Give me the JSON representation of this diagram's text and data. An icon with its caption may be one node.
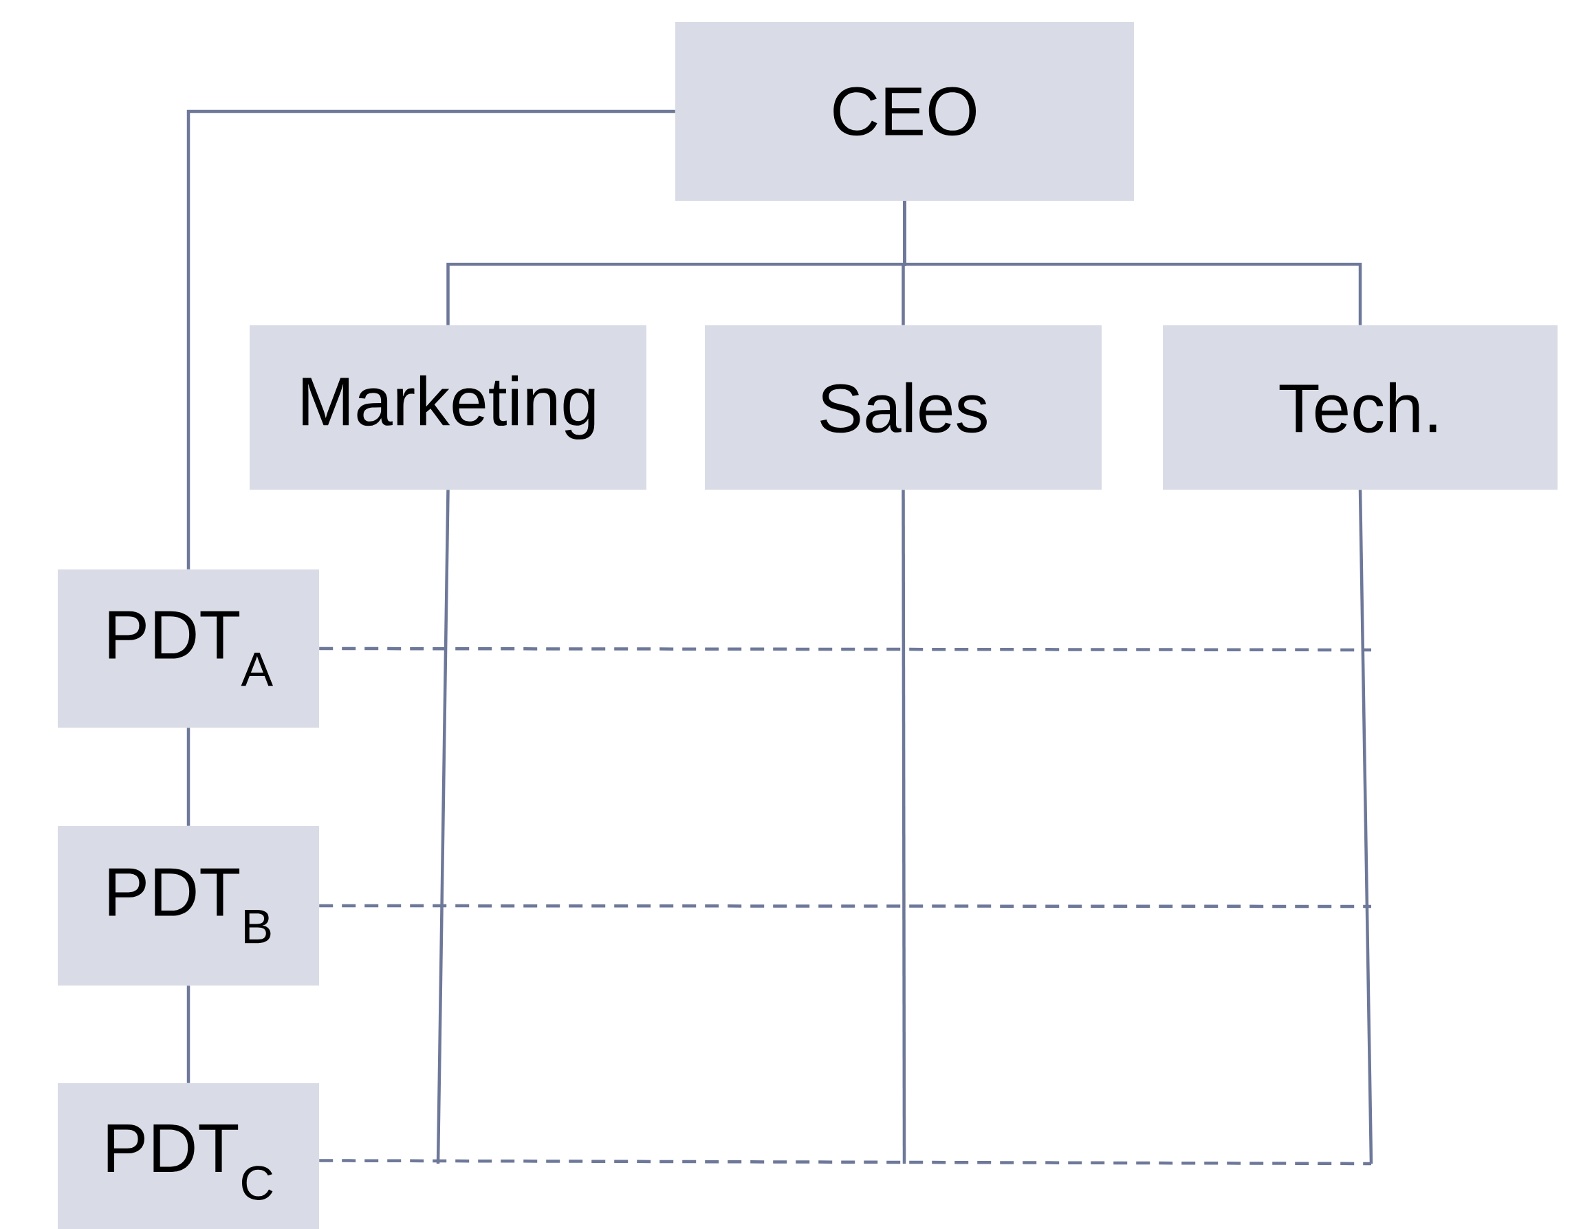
{
  "diagram": {
    "nodes": [
      {
        "text": [
          "CEO"
        ]
      },
      {
        "text": [
          "Marketing"
        ]
      },
      {
        "text": [
          "Sales"
        ]
      },
      {
        "text": [
          "Tech."
        ]
      },
      {
        "text": [
          "PDT$_{A}$"
        ]
      },
      {
        "text": [
          "PDT$_{B}$"
        ]
      },
      {
        "text": [
          "PDT$_{C}$"
        ]
      }
    ],
    "edges": [
      {
        "from": 0,
        "to": 4,
        "arrow": "none"
      },
      {
        "from": 0,
        "to": 1,
        "arrow": "none"
      },
      {
        "from": 0,
        "to": 2,
        "arrow": "none"
      },
      {
        "from": 0,
        "to": 3,
        "arrow": "none"
      },
      {
        "from": 4,
        "to": 5,
        "arrow": "none"
      },
      {
        "from": 5,
        "to": 6,
        "arrow": "none"
      },
      {
        "from": 1,
        "to": null,
        "arrow": "none"
      },
      {
        "from": 2,
        "to": null,
        "arrow": "none"
      },
      {
        "from": 3,
        "to": null,
        "arrow": "none"
      },
      {
        "from": 4,
        "to": null,
        "arrow": "none",
        "style": "dashed"
      },
      {
        "from": 5,
        "to": null,
        "arrow": "none",
        "style": "dashed"
      },
      {
        "from": 6,
        "to": null,
        "arrow": "none",
        "style": "dashed"
      }
    ]
  }
}
